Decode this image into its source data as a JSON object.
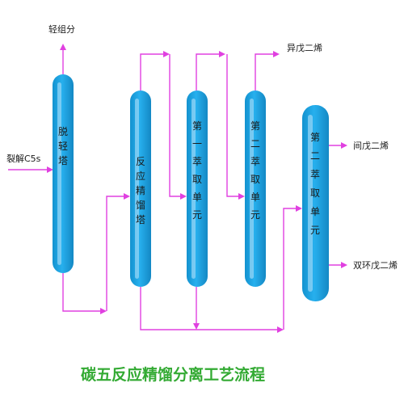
{
  "labels": {
    "light_fraction": "轻组分",
    "cracked_c5": "裂解C5s",
    "isoprene": "异戊二烯",
    "piperylene": "间戊二烯",
    "dcpd": "双环戊二烯"
  },
  "columns": {
    "col1": [
      "脱",
      "轻",
      "塔"
    ],
    "col2": [
      "反",
      "应",
      "精",
      "馏",
      "塔"
    ],
    "col3": [
      "第",
      "一",
      "萃",
      "取",
      "单",
      "元"
    ],
    "col4": [
      "第",
      "二",
      "萃",
      "取",
      "单",
      "元"
    ],
    "col5": [
      "第",
      "二",
      "萃",
      "取",
      "单",
      "元"
    ]
  },
  "title": "碳五反应精馏分离工艺流程",
  "colors": {
    "column_fill": "#1ea6e6",
    "column_highlight": "#bfe6fb",
    "flow_line": "#e040e0",
    "title": "#33aa33"
  }
}
